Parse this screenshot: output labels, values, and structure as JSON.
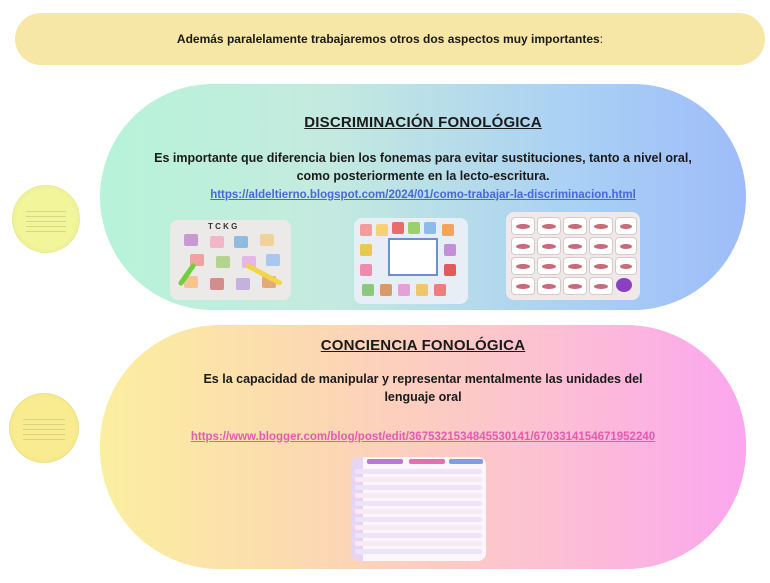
{
  "banner": {
    "text_bold": "Además paralelamente trabajaremos otros dos aspectos muy importantes",
    "text_tail": ":"
  },
  "section_1": {
    "title": "DISCRIMINACIÓN FONOLÓGICA",
    "line_1": "Es importante que diferencia bien los fonemas para evitar sustituciones, tanto a nivel oral,",
    "line_2": "como posteriormente en la lecto-escritura.",
    "link": "https://aldeltierno.blogspot.com/2024/01/como-trabajar-la-discriminacion.html",
    "photo_1_letters": "T  C K G"
  },
  "section_2": {
    "title": "CONCIENCIA FONOLÓGICA",
    "line_1": "Es la capacidad de manipular y representar mentalmente las unidades del",
    "line_2": "lenguaje oral",
    "link": "https://www.blogger.com/blog/post/edit/3675321534845530141/6703314154671952240"
  },
  "colors": {
    "banner": "#f6e7a6",
    "link_blue": "#4a67d9",
    "link_pink": "#e55bb0"
  }
}
